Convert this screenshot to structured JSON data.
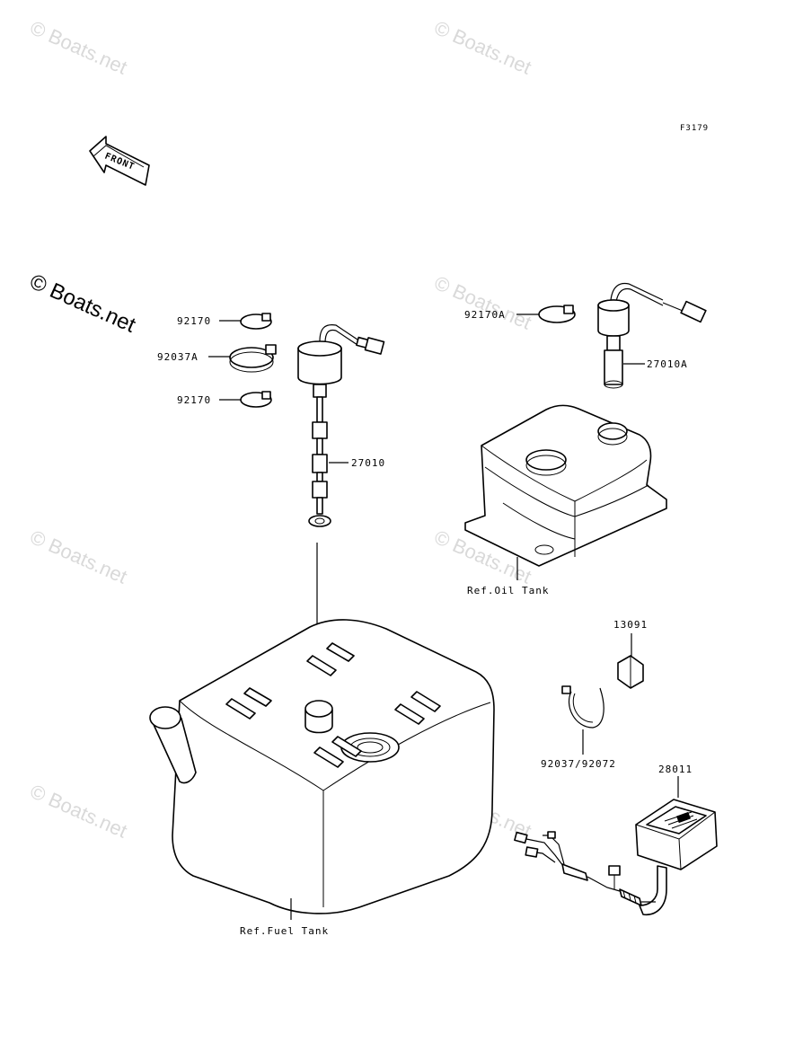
{
  "diagram": {
    "code": "F3179",
    "front_arrow_text": "FRONT",
    "parts": {
      "p92170_top": "92170",
      "p92037A": "92037A",
      "p92170_bottom": "92170",
      "p27010": "27010",
      "p92170A": "92170A",
      "p27010A": "27010A",
      "p13091": "13091",
      "p92037_92072": "92037/92072",
      "p28011": "28011"
    },
    "refs": {
      "oil_tank": "Ref.Oil Tank",
      "fuel_tank": "Ref.Fuel Tank"
    }
  },
  "watermarks": {
    "text": "© Boats.net"
  },
  "colors": {
    "ink": "#000000",
    "watermark": "#d9d9d9",
    "background": "#ffffff"
  }
}
